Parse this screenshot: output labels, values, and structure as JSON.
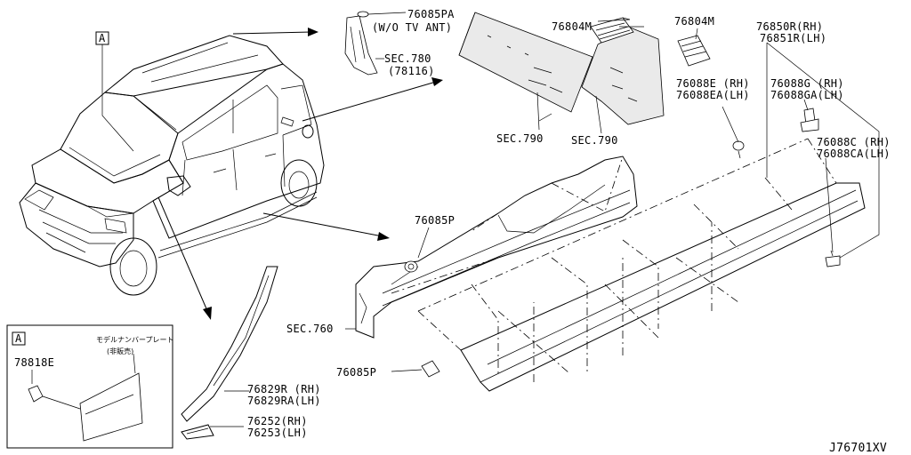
{
  "diagram_code": "J76701XV",
  "callout_a": "A",
  "labels": {
    "p76085PA": "76085PA",
    "wo_tv_ant": "(W/O TV ANT)",
    "sec780": "SEC.780",
    "sec780_sub": "(78116)",
    "p76804M_left": "76804M",
    "p76804M_right": "76804M",
    "sec790_left": "SEC.790",
    "sec790_right": "SEC.790",
    "p76850R": "76850R(RH)",
    "p76851R": "76851R(LH)",
    "p76088E": "76088E (RH)",
    "p76088EA": "76088EA(LH)",
    "p76088G": "76088G (RH)",
    "p76088GA": "76088GA(LH)",
    "p76088C": "76088C (RH)",
    "p76088CA": "76088CA(LH)",
    "p76085P_top": "76085P",
    "sec760": "SEC.760",
    "p76085P_bottom": "76085P",
    "p76829R": "76829R (RH)",
    "p76829RA": "76829RA(LH)",
    "p76252": "76252(RH)",
    "p76253": "76253(LH)",
    "p78818E": "78818E",
    "model_plate": "モデルナンバープレート",
    "not_for_sale": "(非販売)"
  }
}
